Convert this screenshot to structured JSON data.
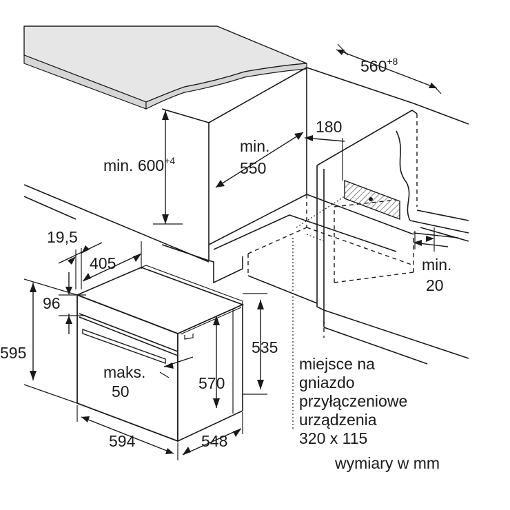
{
  "dimensions": {
    "niche_width": {
      "value": "560",
      "tolerance": "+8"
    },
    "cabinet_height": {
      "prefix": "min. ",
      "value": "600",
      "tolerance": "+4"
    },
    "cabinet_depth": {
      "line1": "min.",
      "line2": "550"
    },
    "socket_offset": "180",
    "side_gap": {
      "line1": "min.",
      "line2": "20"
    },
    "panel_thickness": "19,5",
    "oven_top_depth": "405",
    "control_panel": "96",
    "oven_height": "595",
    "front_gap": {
      "line1": "maks.",
      "line2": "50"
    },
    "body_height_570": "570",
    "body_height_535": "535",
    "oven_width": "594",
    "oven_depth": "548"
  },
  "socket_note": {
    "lines": [
      "miejsce na",
      "gniazdo",
      "przyłączeniowe",
      "urządzenia",
      "320 x 115"
    ]
  },
  "units_note": "wymiary w mm",
  "colors": {
    "line": "#1a1a1a",
    "worktop": "#e6e6e6",
    "hatch": "#555555",
    "background": "#ffffff"
  }
}
